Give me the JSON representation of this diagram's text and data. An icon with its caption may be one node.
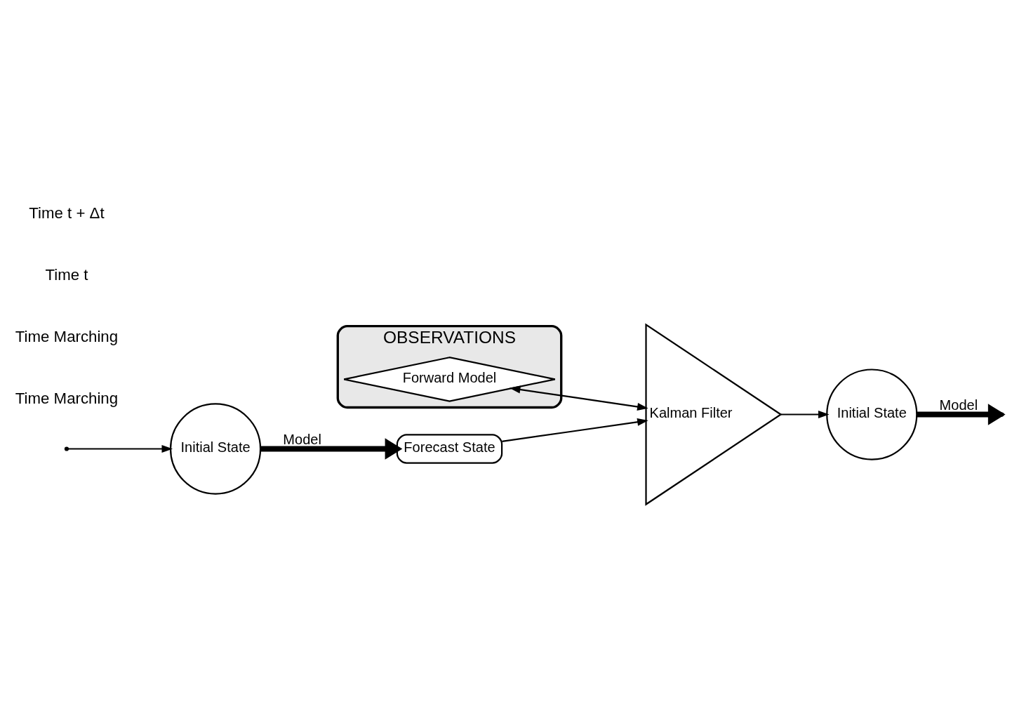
{
  "diagram": {
    "nodes": [
      {
        "text": [
          "OBSERVATIONS"
        ]
      },
      {
        "text": [
          "Forward Model"
        ],
        "in": 0
      },
      {
        "text": [
          "Kalman Filter"
        ]
      },
      {
        "text": [
          "Initial State"
        ]
      },
      {
        "text": [
          "Forecast State"
        ]
      },
      {
        "text": [
          "Initial State"
        ]
      }
    ],
    "edges": [
      {
        "from": null,
        "to": 3,
        "arrow": "to"
      },
      {
        "from": 3,
        "to": 4,
        "arrow": "to",
        "label": "Model",
        "style": "thick"
      },
      {
        "from": 4,
        "to": 2,
        "arrow": "to"
      },
      {
        "from": 1,
        "to": 2,
        "arrow": "both"
      },
      {
        "from": 2,
        "to": 5,
        "arrow": "to"
      },
      {
        "from": 5,
        "to": null,
        "arrow": "to",
        "label": "Model",
        "style": "thick"
      }
    ],
    "labels": [
      "Time Marching",
      "Time Marching",
      "Time t",
      "Time t + Δt"
    ]
  }
}
